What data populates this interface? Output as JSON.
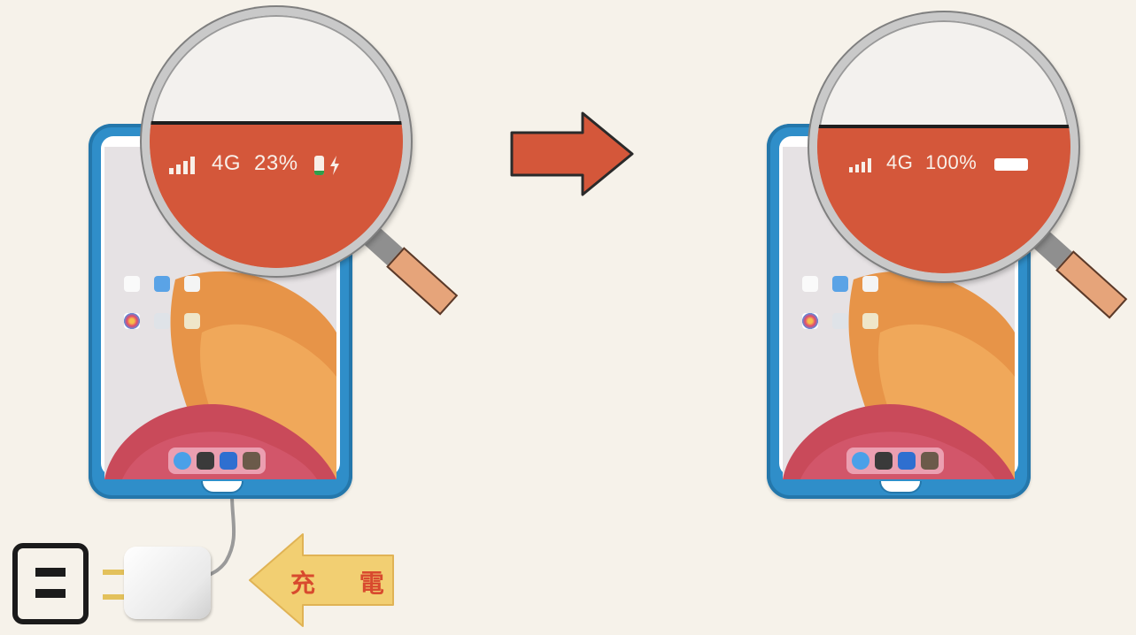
{
  "before": {
    "signal_icon": "signal-bars-icon",
    "network": "4G",
    "battery_percent": "23%",
    "battery_level": 0.23,
    "battery_color": "#2f9e4a",
    "charging_icon": "lightning-bolt-icon"
  },
  "after": {
    "signal_icon": "signal-bars-icon",
    "network": "4G",
    "battery_percent": "100%",
    "battery_level": 1.0,
    "battery_color": "#ffffff"
  },
  "charge_label": "充 電",
  "colors": {
    "tablet_frame": "#2f8ec9",
    "zoom_screen": "#d4573a",
    "arrow": "#d4573a",
    "charge_arrow": "#f2cf72",
    "charge_text": "#d84a2e"
  },
  "icons": {
    "transition_arrow": "right-arrow-icon",
    "charge_arrow": "left-arrow-icon",
    "outlet": "power-outlet-icon",
    "plug": "power-adapter-icon",
    "magnifier": "magnifying-glass-icon"
  }
}
